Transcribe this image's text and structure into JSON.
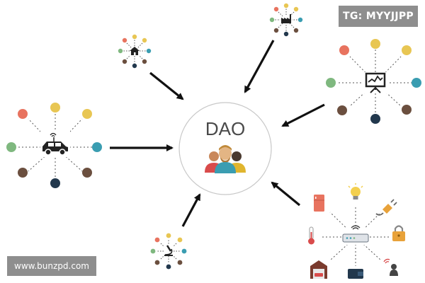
{
  "center": {
    "label": "DAO"
  },
  "badges": {
    "telegram": "TG: MYYJJPP",
    "website": "www.bunzpd.com"
  },
  "hubs": [
    {
      "name": "home-hub",
      "icon": "home-icon"
    },
    {
      "name": "factory-hub",
      "icon": "factory-icon"
    },
    {
      "name": "presentation-hub",
      "icon": "presentation-chart-icon"
    },
    {
      "name": "car-hub",
      "icon": "connected-car-icon"
    },
    {
      "name": "microscope-hub",
      "icon": "microscope-icon"
    },
    {
      "name": "iot-hub",
      "icon": "router-icon"
    }
  ],
  "colors": {
    "red": "#e8735f",
    "yellow": "#e8c653",
    "green": "#7fb87f",
    "teal": "#3a9db1",
    "brown": "#6b4f3f",
    "navy": "#22384d",
    "arrow": "#111111",
    "circle_stroke": "#c8c8c8"
  }
}
